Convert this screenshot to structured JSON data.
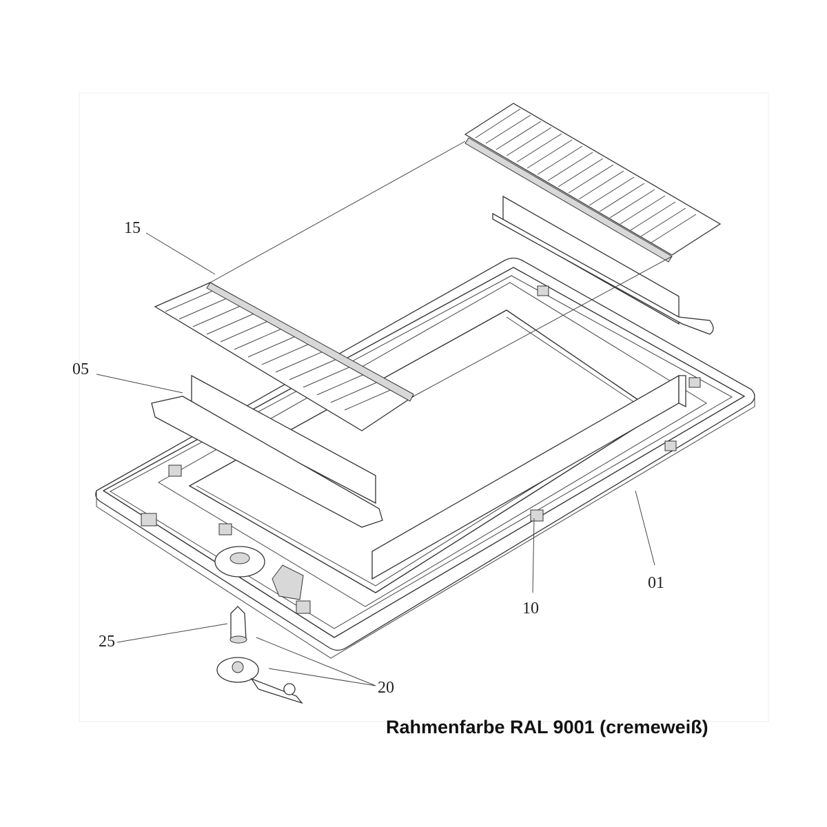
{
  "diagram": {
    "part_labels": {
      "frame": "01",
      "side_panel": "05",
      "clip": "10",
      "pleated_blind": "15",
      "handle_parts": "20",
      "knob": "25"
    },
    "caption": "Rahmenfarbe RAL 9001 (cremeweiß)"
  }
}
